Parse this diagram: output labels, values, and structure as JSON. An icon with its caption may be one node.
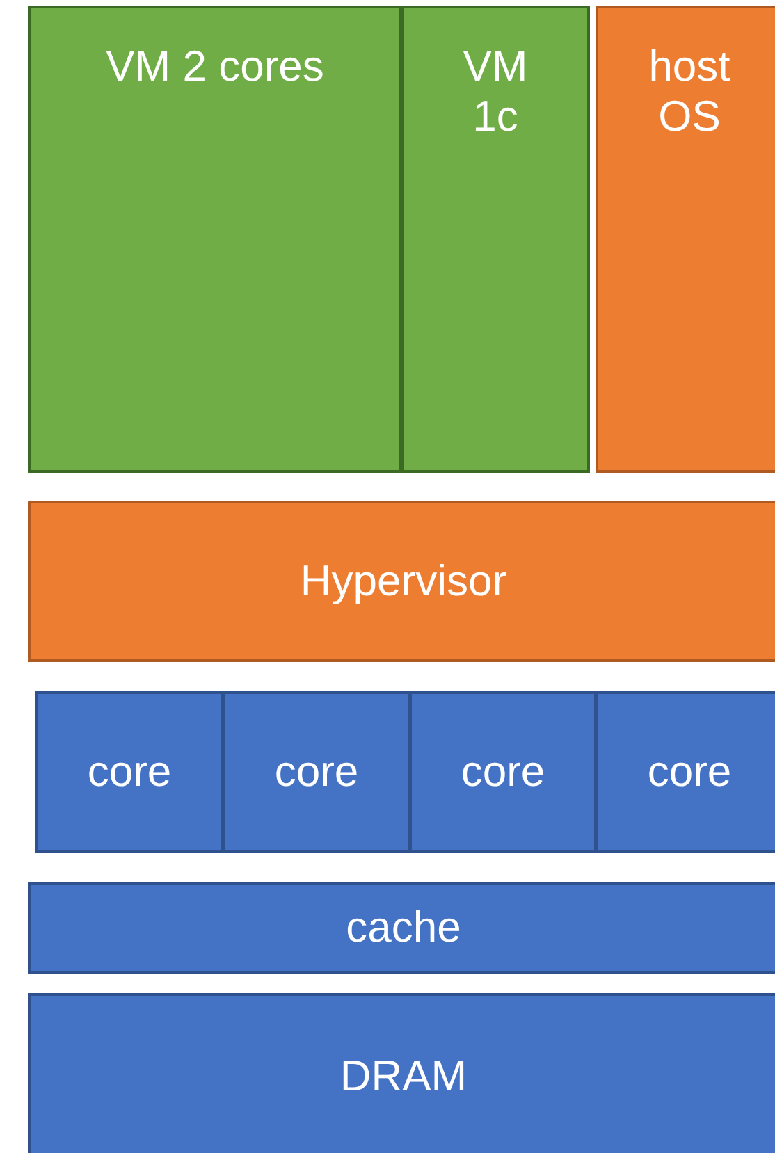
{
  "diagram": {
    "nodes": [
      {
        "text": [
          "VM 2 cores"
        ]
      },
      {
        "text": [
          "VM 1c"
        ]
      },
      {
        "text": [
          "host OS"
        ]
      },
      {
        "text": [
          "Hypervisor"
        ]
      },
      {
        "text": [
          "core"
        ]
      },
      {
        "text": [
          "core"
        ]
      },
      {
        "text": [
          "core"
        ]
      },
      {
        "text": [
          "core"
        ]
      },
      {
        "text": [
          "cache"
        ]
      },
      {
        "text": [
          "DRAM"
        ]
      }
    ],
    "edges": []
  }
}
